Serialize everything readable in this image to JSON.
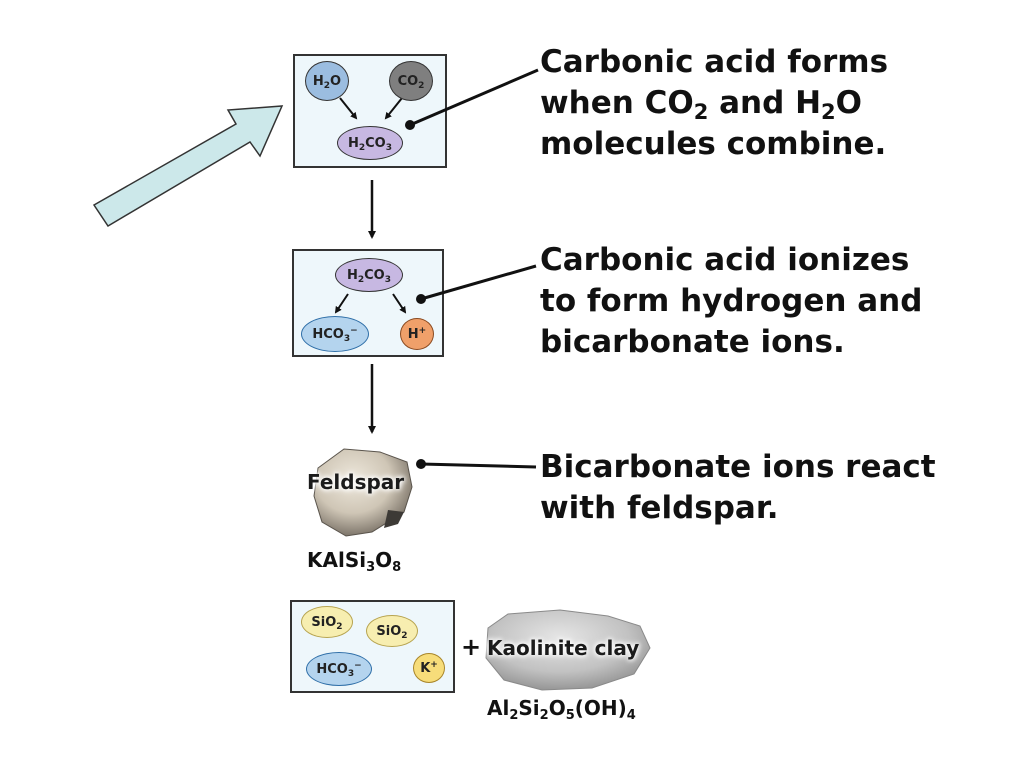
{
  "callouts": {
    "step1": {
      "line1": "Carbonic acid forms",
      "line2a": "when CO",
      "line2sub1": "2",
      "line2b": " and H",
      "line2sub2": "2",
      "line2c": "O",
      "line3": "molecules combine."
    },
    "step2": {
      "line1": "Carbonic acid ionizes",
      "line2": "to form hydrogen and",
      "line3": "bicarbonate ions."
    },
    "step3": {
      "line1": "Bicarbonate ions react",
      "line2": "with feldspar."
    }
  },
  "box1": {
    "water": {
      "main": "H",
      "sub": "2",
      "end": "O"
    },
    "co2": {
      "main": "CO",
      "sub": "2"
    },
    "acid": {
      "a": "H",
      "s1": "2",
      "b": "CO",
      "s2": "3"
    }
  },
  "box2": {
    "acid": {
      "a": "H",
      "s1": "2",
      "b": "CO",
      "s2": "3"
    },
    "bicarb": {
      "main": "HCO",
      "sub": "3",
      "sup": "−"
    },
    "hion": {
      "main": "H",
      "sup": "+"
    }
  },
  "feldspar": {
    "label": "Feldspar",
    "formula": {
      "a": "KAlSi",
      "s1": "3",
      "b": "O",
      "s2": "8"
    }
  },
  "box3": {
    "silica1": {
      "main": "SiO",
      "sub": "2"
    },
    "silica2": {
      "main": "SiO",
      "sub": "2"
    },
    "bicarb": {
      "main": "HCO",
      "sub": "3",
      "sup": "−"
    },
    "kion": {
      "main": "K",
      "sup": "+"
    }
  },
  "kaolinite": {
    "plus": "+",
    "label": "Kaolinite clay",
    "formula": {
      "a": "Al",
      "s1": "2",
      "b": "Si",
      "s2": "2",
      "c": "O",
      "s3": "5",
      "d": "(OH)",
      "s4": "4"
    }
  },
  "colors": {
    "box_fill": "#eef7fb",
    "big_arrow": "#cce8ea",
    "water": "#9bbde0",
    "co2": "#7f7f7f",
    "carbonic_acid": "#c7b8e2",
    "bicarbonate": "#b4d4ee",
    "hydrogen_ion": "#f0a06a",
    "silica": "#f7eeb0",
    "potassium_ion": "#f7dd7a"
  }
}
